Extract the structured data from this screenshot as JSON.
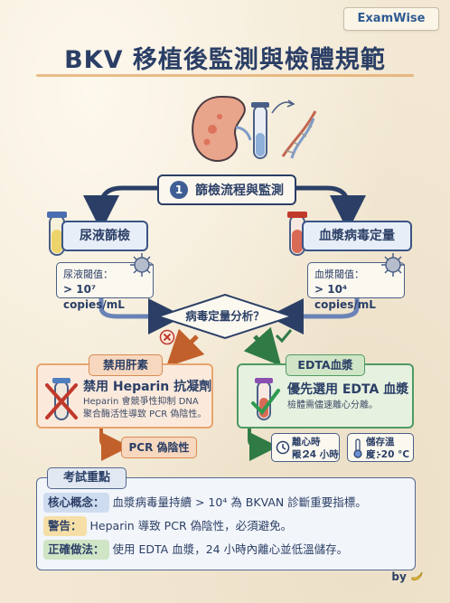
{
  "brand": "ExamWise",
  "title": "BKV 移植後監測與檢體規範",
  "step": {
    "number": "1",
    "label": "篩檢流程與監測"
  },
  "urine": {
    "label": "尿液篩檢",
    "threshold_label": "尿液閾值：",
    "threshold_value": "> 10⁷ copies/mL"
  },
  "plasma": {
    "label": "血漿病毒定量",
    "threshold_label": "血漿閾值：",
    "threshold_value": "> 10⁴ copies/mL"
  },
  "decision": "病毒定量分析？",
  "heparin": {
    "tag": "禁用肝素",
    "heading": "禁用 Heparin 抗凝劑",
    "desc_line1": "Heparin 會競爭性抑制 DNA",
    "desc_line2": "聚合酶活性導致 PCR 偽陰性。",
    "result": "PCR 偽陰性"
  },
  "edta": {
    "tag": "EDTA血漿",
    "heading": "優先選用 EDTA 血漿",
    "desc": "檢體需儘速離心分離。",
    "time_label": "離心時限：",
    "time_value": "< 24 小時",
    "temp_label": "儲存溫度：",
    "temp_value": "< -20 °C"
  },
  "exam": {
    "tag": "考試重點",
    "rows": [
      {
        "key": "核心概念：",
        "text": "血漿病毒量持續 > 10⁴ 為 BKVAN 診斷重要指標。"
      },
      {
        "key": "警告：",
        "text": "Heparin 導致 PCR 偽陰性，必須避免。"
      },
      {
        "key": "正確做法：",
        "text": "使用 EDTA 血漿，24 小時內離心並低溫儲存。"
      }
    ]
  },
  "footer_by": "by",
  "colors": {
    "navy": "#2b3f66",
    "warning_orange": "#e8a46f",
    "success_green": "#4f9a63",
    "accent_blue": "#3f5e94"
  }
}
